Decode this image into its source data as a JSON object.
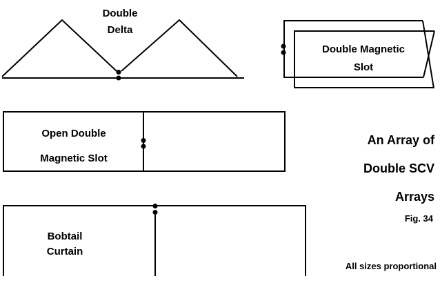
{
  "figure": {
    "caption_lines": [
      "An Array of",
      "Double SCV",
      "Arrays"
    ],
    "fig_label": "Fig. 34",
    "footnote": "All sizes proportional"
  },
  "antennas": {
    "double_delta": {
      "label_line1": "Double",
      "label_line2": "Delta"
    },
    "double_magnetic_slot": {
      "label_line1": "Double Magnetic",
      "label_line2": "Slot"
    },
    "open_double_magnetic_slot": {
      "label_line1": "Open Double",
      "label_line2": "Magnetic Slot"
    },
    "bobtail_curtain": {
      "label_line1": "Bobtail",
      "label_line2": "Curtain"
    }
  },
  "colors": {
    "line": "#000000",
    "background": "#ffffff"
  }
}
